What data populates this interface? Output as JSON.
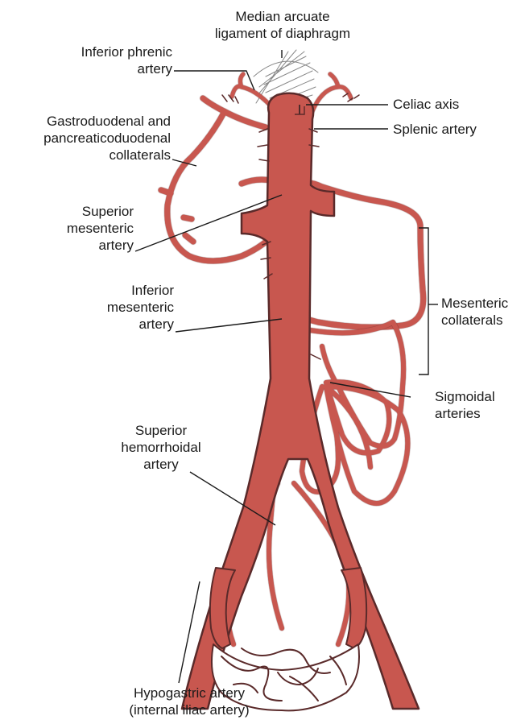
{
  "colors": {
    "artery_fill": "#c8574f",
    "artery_stroke": "#5a2a2a",
    "leader": "#1a1a1a",
    "ligament": "#888888",
    "background": "#ffffff"
  },
  "labels": {
    "median_arcuate": [
      "Median arcuate",
      "ligament of diaphragm"
    ],
    "inferior_phrenic": [
      "Inferior phrenic",
      "artery"
    ],
    "celiac_axis": [
      "Celiac axis"
    ],
    "splenic_artery": [
      "Splenic artery"
    ],
    "gastroduodenal": [
      "Gastroduodenal and",
      "pancreaticoduodenal",
      "collaterals"
    ],
    "superior_mesenteric": [
      "Superior",
      "mesenteric",
      "artery"
    ],
    "inferior_mesenteric": [
      "Inferior",
      "mesenteric",
      "artery"
    ],
    "mesenteric_collaterals": [
      "Mesenteric",
      "collaterals"
    ],
    "sigmoidal": [
      "Sigmoidal",
      "arteries"
    ],
    "superior_hemorrhoidal": [
      "Superior",
      "hemorrhoidal",
      "artery"
    ],
    "hypogastric": [
      "Hypogastric artery",
      "(internal iliac artery)"
    ]
  }
}
